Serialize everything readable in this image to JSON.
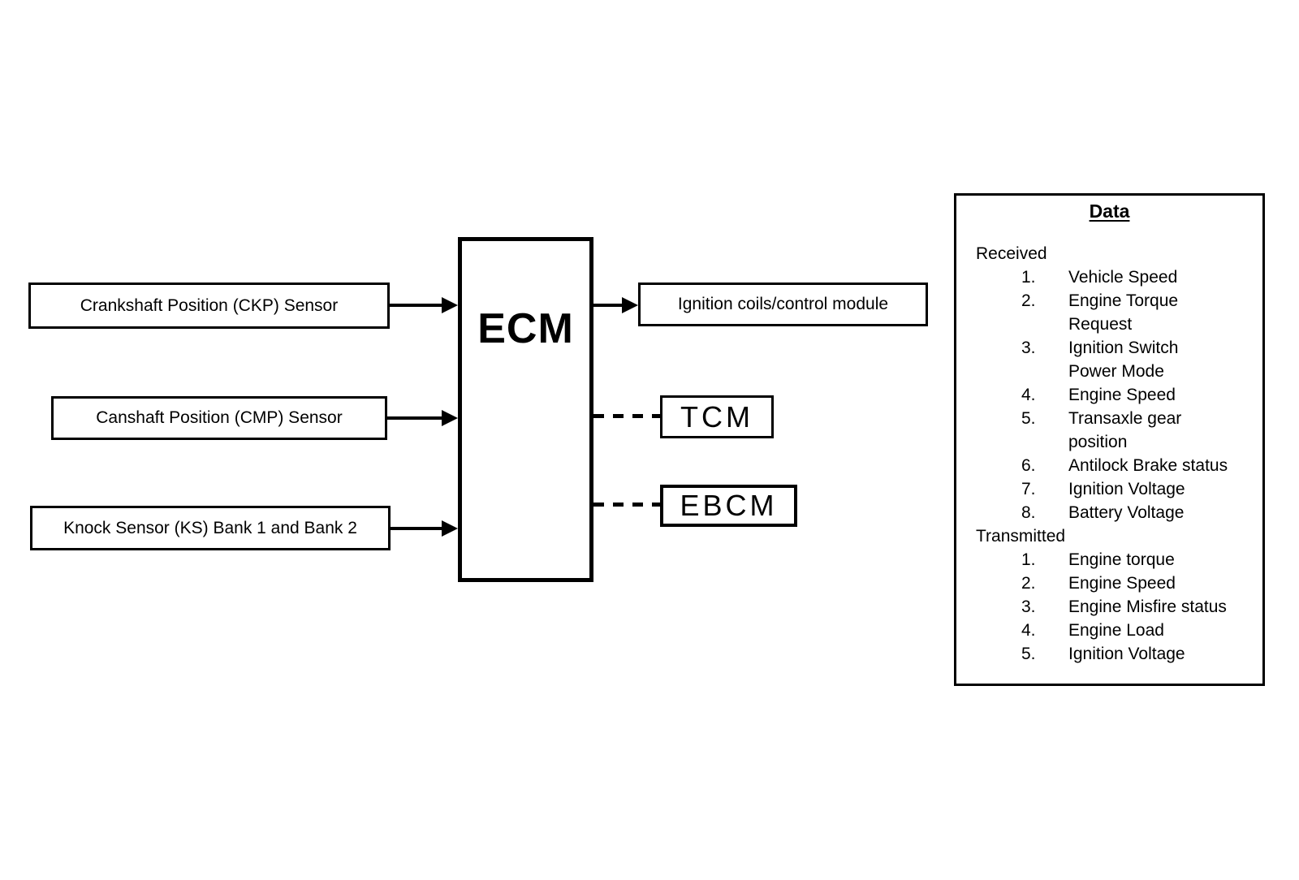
{
  "diagram": {
    "nodes": {
      "ckp": {
        "label": "Crankshaft Position (CKP) Sensor"
      },
      "cmp": {
        "label": "Canshaft Position (CMP) Sensor"
      },
      "ks": {
        "label": "Knock Sensor (KS) Bank 1 and Bank 2"
      },
      "ecm": {
        "label": "ECM"
      },
      "ign": {
        "label": "Ignition coils/control module"
      },
      "tcm": {
        "label": "TCM"
      },
      "ebcm": {
        "label": "EBCM"
      }
    },
    "connections": [
      {
        "from": "Crankshaft Position (CKP) Sensor",
        "to": "ECM",
        "style": "solid-arrow"
      },
      {
        "from": "Canshaft Position (CMP) Sensor",
        "to": "ECM",
        "style": "solid-arrow"
      },
      {
        "from": "Knock Sensor (KS) Bank 1 and Bank 2",
        "to": "ECM",
        "style": "solid-arrow"
      },
      {
        "from": "ECM",
        "to": "Ignition coils/control module",
        "style": "solid-arrow"
      },
      {
        "from": "ECM",
        "to": "TCM",
        "style": "dashed"
      },
      {
        "from": "ECM",
        "to": "EBCM",
        "style": "dashed"
      }
    ]
  },
  "data_panel": {
    "title": "Data",
    "received_header": "Received",
    "received_rows": [
      {
        "num": "1.",
        "text": "Vehicle Speed"
      },
      {
        "num": "2.",
        "text": "Engine Torque"
      },
      {
        "num": "",
        "text": "Request"
      },
      {
        "num": "3.",
        "text": "Ignition Switch"
      },
      {
        "num": "",
        "text": "Power Mode"
      },
      {
        "num": "4.",
        "text": "Engine Speed"
      },
      {
        "num": "5.",
        "text": "Transaxle gear"
      },
      {
        "num": "",
        "text": "position"
      },
      {
        "num": "6.",
        "text": "Antilock Brake status"
      },
      {
        "num": "7.",
        "text": "Ignition Voltage"
      },
      {
        "num": "8.",
        "text": "Battery Voltage"
      }
    ],
    "transmitted_header": "Transmitted",
    "transmitted_rows": [
      {
        "num": "1.",
        "text": "Engine torque"
      },
      {
        "num": "2.",
        "text": "Engine Speed"
      },
      {
        "num": "3.",
        "text": "Engine Misfire status"
      },
      {
        "num": "4.",
        "text": "Engine Load"
      },
      {
        "num": "5.",
        "text": "Ignition Voltage"
      }
    ]
  },
  "colors": {
    "stroke": "#000000",
    "background": "#ffffff"
  }
}
